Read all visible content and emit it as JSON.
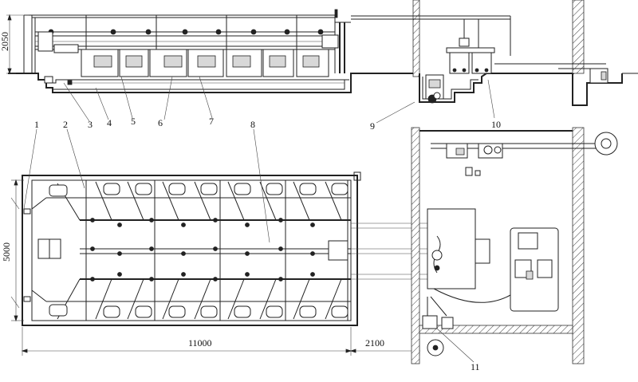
{
  "dimensions": {
    "elevation_height": "2050",
    "plan_width": "5000",
    "plan_length": "11000",
    "gap_length": "2100"
  },
  "callouts": [
    "1",
    "2",
    "3",
    "4",
    "5",
    "6",
    "7",
    "8",
    "9",
    "10",
    "11"
  ]
}
